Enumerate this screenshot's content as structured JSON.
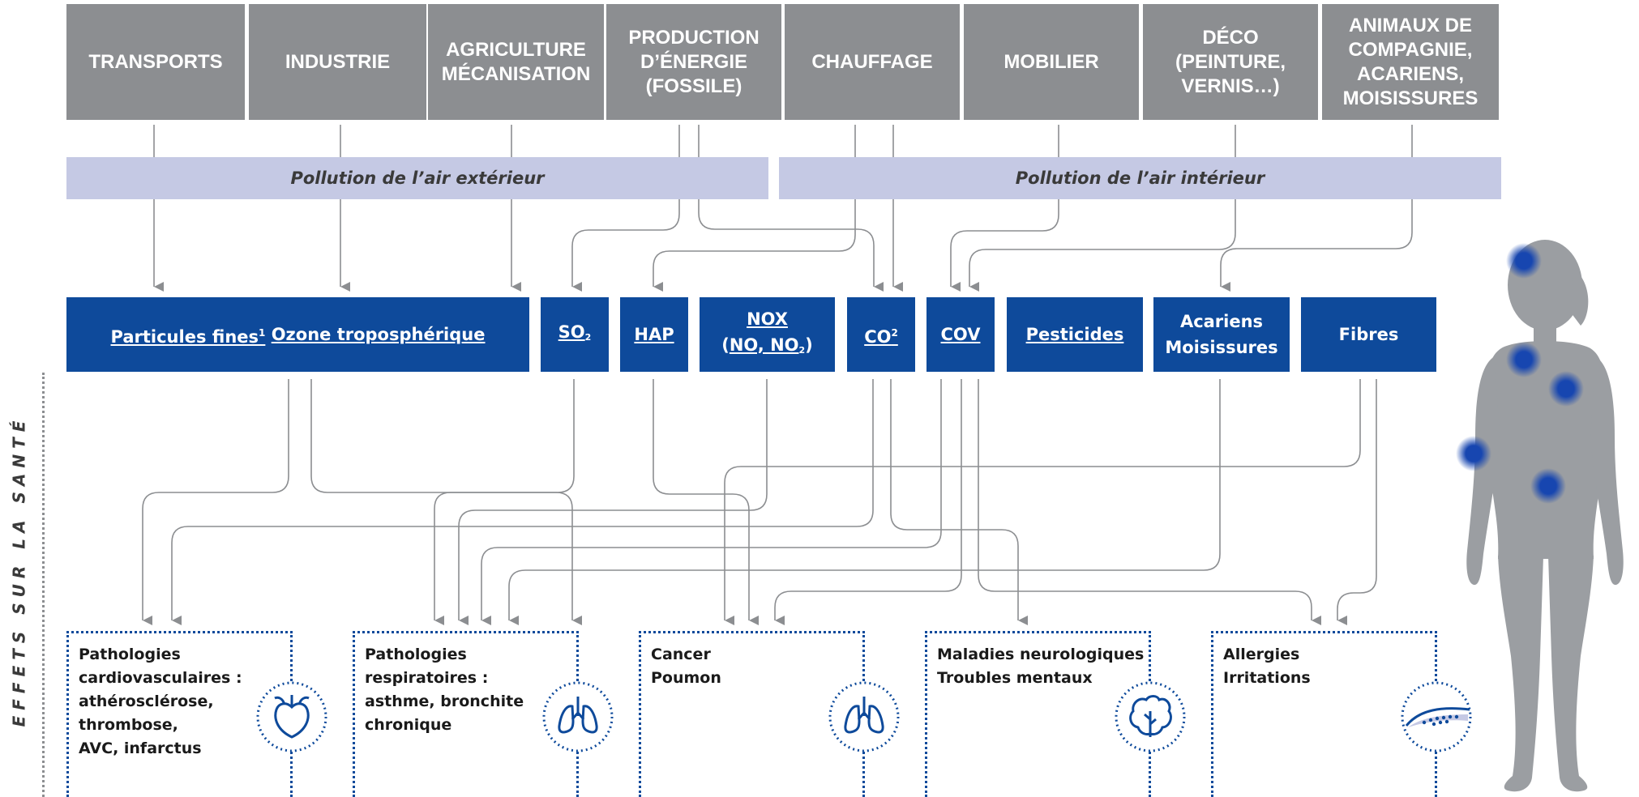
{
  "sources": [
    {
      "id": "transports",
      "lines": [
        "TRANSPORTS"
      ]
    },
    {
      "id": "industrie",
      "lines": [
        "INDUSTRIE"
      ]
    },
    {
      "id": "agriculture",
      "lines": [
        "AGRICULTURE",
        "MÉCANISATION"
      ]
    },
    {
      "id": "production",
      "lines": [
        "PRODUCTION",
        "D’ÉNERGIE",
        "(FOSSILE)"
      ]
    },
    {
      "id": "chauffage",
      "lines": [
        "CHAUFFAGE"
      ]
    },
    {
      "id": "mobilier",
      "lines": [
        "MOBILIER"
      ]
    },
    {
      "id": "deco",
      "lines": [
        "DÉCO",
        "(PEINTURE,",
        "VERNIS…)"
      ]
    },
    {
      "id": "animaux",
      "lines": [
        "ANIMAUX DE",
        "COMPAGNIE,",
        "ACARIENS,",
        "MOISISSURES"
      ]
    }
  ],
  "bands": {
    "exterieur": "Pollution de l’air extérieur",
    "interieur": "Pollution de l’air intérieur"
  },
  "pollutants": {
    "particules": "Particules fines",
    "particules_note": "1",
    "ozone": "Ozone troposphérique",
    "so2": "SO",
    "so2_sub": "2",
    "hap": "HAP",
    "nox": "NOX",
    "nox_detail_open": "(",
    "nox_detail_no": "NO, NO",
    "nox_detail_sub": "2",
    "nox_detail_close": ")",
    "co2": "CO",
    "co2_sup": "2",
    "cov": "COV",
    "pesticides": "Pesticides",
    "acariens": [
      "Acariens",
      "Moisissures"
    ],
    "fibres": "Fibres"
  },
  "effects": [
    {
      "id": "cardio",
      "lines": [
        "Pathologies",
        "cardiovasculaires :",
        "athérosclérose,",
        "thrombose,",
        "AVC, infarctus"
      ],
      "icon": "heart-icon"
    },
    {
      "id": "respi",
      "lines": [
        "Pathologies",
        "respiratoires :",
        "asthme, bronchite",
        "chronique"
      ],
      "icon": "lungs-icon"
    },
    {
      "id": "cancer",
      "lines": [
        "Cancer",
        "Poumon"
      ],
      "icon": "lungs-icon"
    },
    {
      "id": "neuro",
      "lines": [
        "Maladies neurologiques",
        "Troubles mentaux"
      ],
      "icon": "brain-icon"
    },
    {
      "id": "allergies",
      "lines": [
        "Allergies",
        "Irritations"
      ],
      "icon": "skin-icon"
    }
  ],
  "side_label": "EFFETS SUR LA SANTÉ",
  "colors": {
    "source_grey": "#8c8e91",
    "band_lavender": "#c5c9e4",
    "pollutant_blue": "#0e4a9b",
    "connector_grey": "#8c8e91",
    "silhouette_grey": "#9b9ea2",
    "spot_blue": "#1746b0"
  }
}
